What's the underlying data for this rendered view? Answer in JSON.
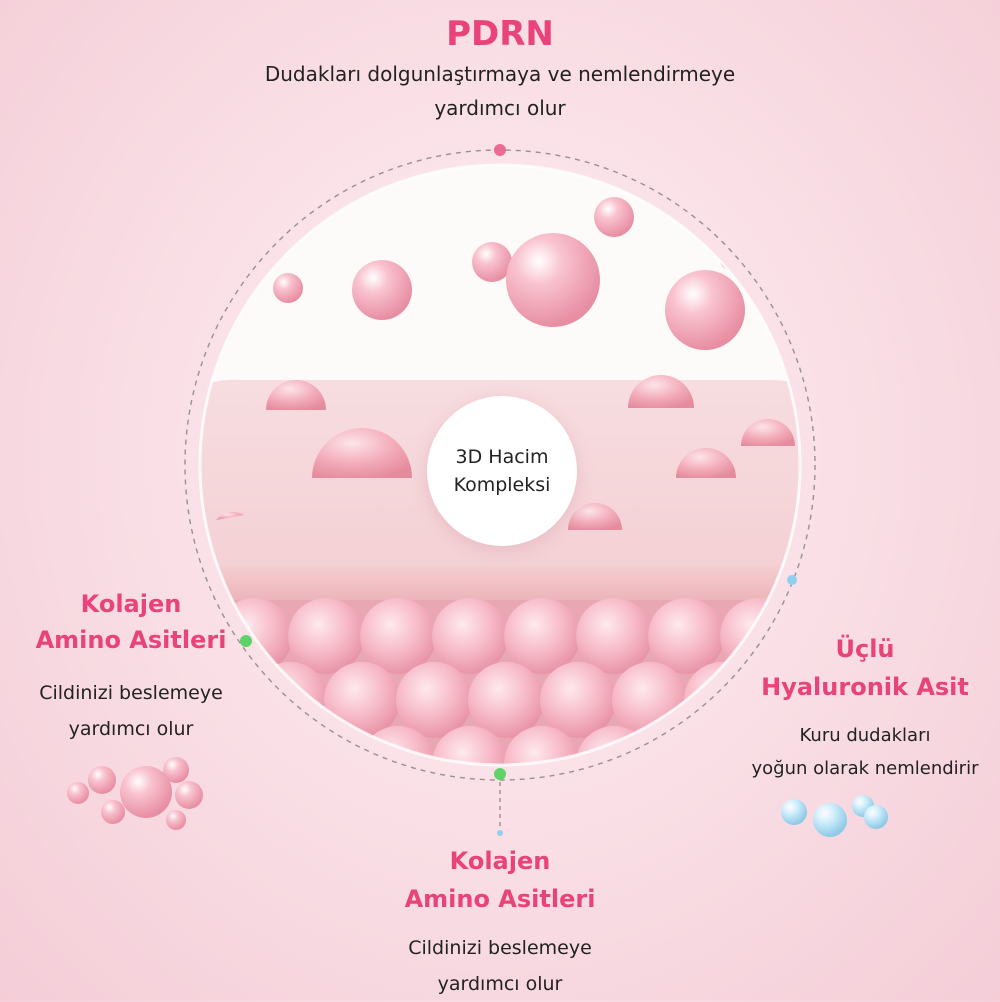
{
  "colors": {
    "accent": "#e8437a",
    "text": "#222222",
    "dot_pink": "#ec6b95",
    "dot_green": "#5fd36a",
    "dot_blue": "#8fd0ef"
  },
  "top_feature": {
    "title": "PDRN",
    "desc_line1": "Dudakları dolgunlaştırmaya ve nemlendirmeye",
    "desc_line2": "yardımcı olur"
  },
  "left_feature": {
    "title_line1": "Kolajen",
    "title_line2": "Amino Asitleri",
    "desc_line1": "Cildinizi beslemeye",
    "desc_line2": "yardımcı olur",
    "icon": "pink-bubbles-icon"
  },
  "right_feature": {
    "title_line1": "Üçlü",
    "title_line2": "Hyaluronik Asit",
    "desc_line1": "Kuru dudakları",
    "desc_line2": "yoğun olarak nemlendirir",
    "icon": "blue-bubbles-icon"
  },
  "bottom_feature": {
    "title_line1": "Kolajen",
    "title_line2": "Amino Asitleri",
    "desc_line1": "Cildinizi beslemeye",
    "desc_line2": "yardımcı olur"
  },
  "center_badge": {
    "line1": "3D Hacim",
    "line2": "Kompleksi"
  }
}
